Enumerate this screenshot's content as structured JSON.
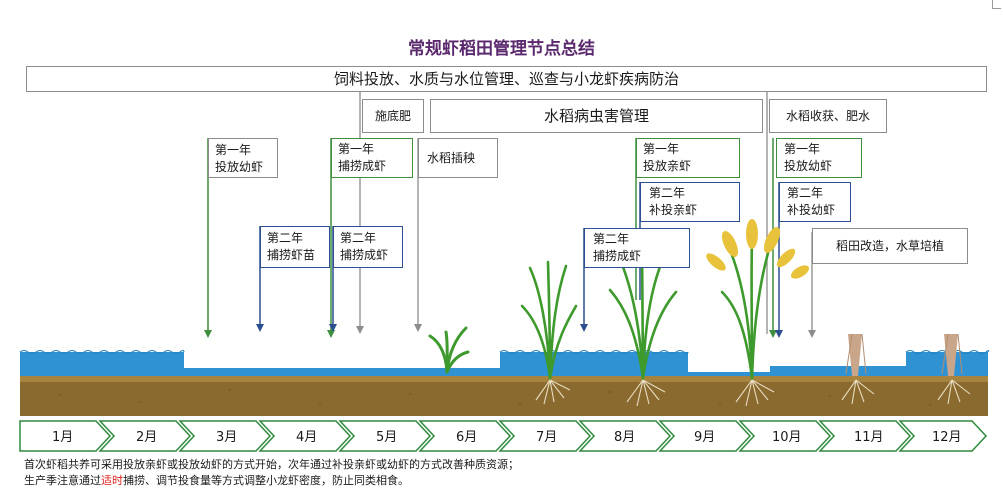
{
  "title": "常规虾稻田管理节点总结",
  "top_banner": "饲料投放、水质与水位管理、巡查与小龙虾疾病防治",
  "phase_labels": {
    "base_fertilizer": "施底肥",
    "pest_management": "水稻病虫害管理",
    "harvest": "水稻收获、肥水"
  },
  "events": {
    "y1_release_juvenile_mar": {
      "line1": "第一年",
      "line2": "投放幼虾"
    },
    "y1_catch_adult_may": {
      "line1": "第一年",
      "line2": "捕捞成虾"
    },
    "rice_transplant": {
      "line1": "水稻插秧"
    },
    "y2_catch_fry_apr": {
      "line1": "第二年",
      "line2": "捕捞虾苗"
    },
    "y2_catch_adult_may": {
      "line1": "第二年",
      "line2": "捕捞成虾"
    },
    "y1_release_parent_aug": {
      "line1": "第一年",
      "line2": "投放亲虾"
    },
    "y2_supplement_parent": {
      "line1": "第二年",
      "line2": "补投亲虾"
    },
    "y2_catch_adult_aug": {
      "line1": "第二年",
      "line2": "捕捞成虾"
    },
    "y1_release_juvenile_oct": {
      "line1": "第一年",
      "line2": "投放幼虾"
    },
    "y2_supplement_juvenile": {
      "line1": "第二年",
      "line2": "补投幼虾"
    },
    "field_renovation": {
      "line1": "稻田改造，水草培植"
    }
  },
  "months": [
    "1月",
    "2月",
    "3月",
    "4月",
    "5月",
    "6月",
    "7月",
    "8月",
    "9月",
    "10月",
    "11月",
    "12月"
  ],
  "notes": {
    "line1": "首次虾稻共养可采用投放亲虾或投放幼虾的方式开始，次年通过补投亲虾或幼虾的方式改善种质资源；",
    "line2_pre": "生产季注意通过",
    "line2_red": "适时",
    "line2_post": "捕捞、调节投食量等方式调整小龙虾密度，防止同类相食。"
  },
  "colors": {
    "title": "#5b2a6e",
    "green_line": "#3f8f3f",
    "blue_line": "#2b4f8f",
    "gray_line": "#8c8c8c",
    "water": "#2f93d3",
    "soil": "#8a6a2f",
    "rice_green": "#3e9a2c",
    "rice_gold": "#e8c23a",
    "stubble": "#c9a58a",
    "month_arrow": "#2e8b3e",
    "highlight_red": "#e0201b"
  }
}
